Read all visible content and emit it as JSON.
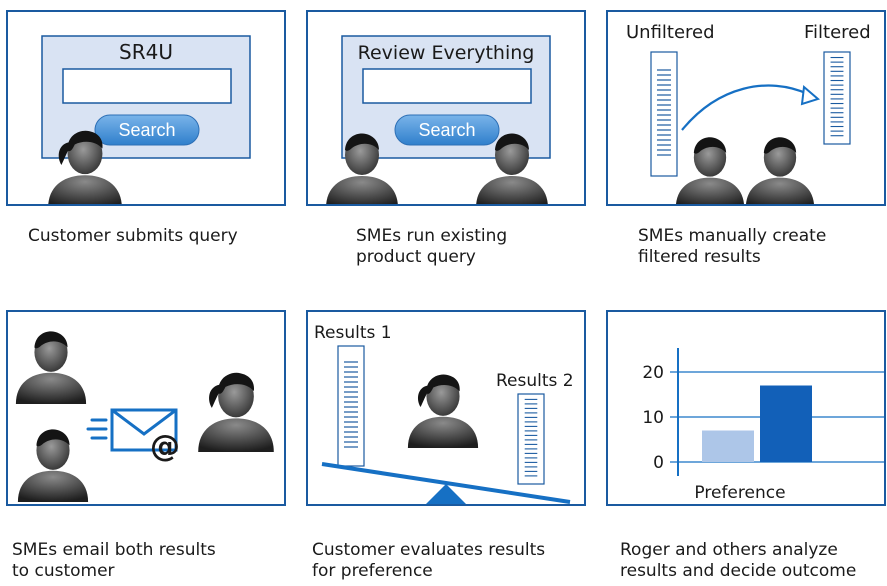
{
  "colors": {
    "frame": "#1a5aa0",
    "accent": "#1670c4",
    "light_bar": "#adc6e8",
    "dark_bar": "#1260b8",
    "person": "#2a2a2a"
  },
  "panels": [
    {
      "id": "p1",
      "form_title": "SR4U",
      "button": "Search",
      "caption": "Customer submits query"
    },
    {
      "id": "p2",
      "form_title": "Review Everything",
      "button": "Search",
      "caption": "SMEs run existing\nproduct query"
    },
    {
      "id": "p3",
      "label_left": "Unfiltered",
      "label_right": "Filtered",
      "caption": "SMEs manually create\nfiltered results"
    },
    {
      "id": "p4",
      "email_symbol": "@",
      "caption": "SMEs email both results\nto customer"
    },
    {
      "id": "p5",
      "label_left": "Results 1",
      "label_right": "Results 2",
      "caption": "Customer evaluates results\nfor preference"
    },
    {
      "id": "p6",
      "caption": "Roger and others analyze\nresults and decide outcome"
    }
  ],
  "chart_data": {
    "type": "bar",
    "categories": [
      "",
      ""
    ],
    "values": [
      7,
      17
    ],
    "xlabel": "Preference",
    "ylabel": "",
    "yticks": [
      "0",
      "10",
      "20"
    ],
    "ylim": [
      0,
      20
    ]
  }
}
